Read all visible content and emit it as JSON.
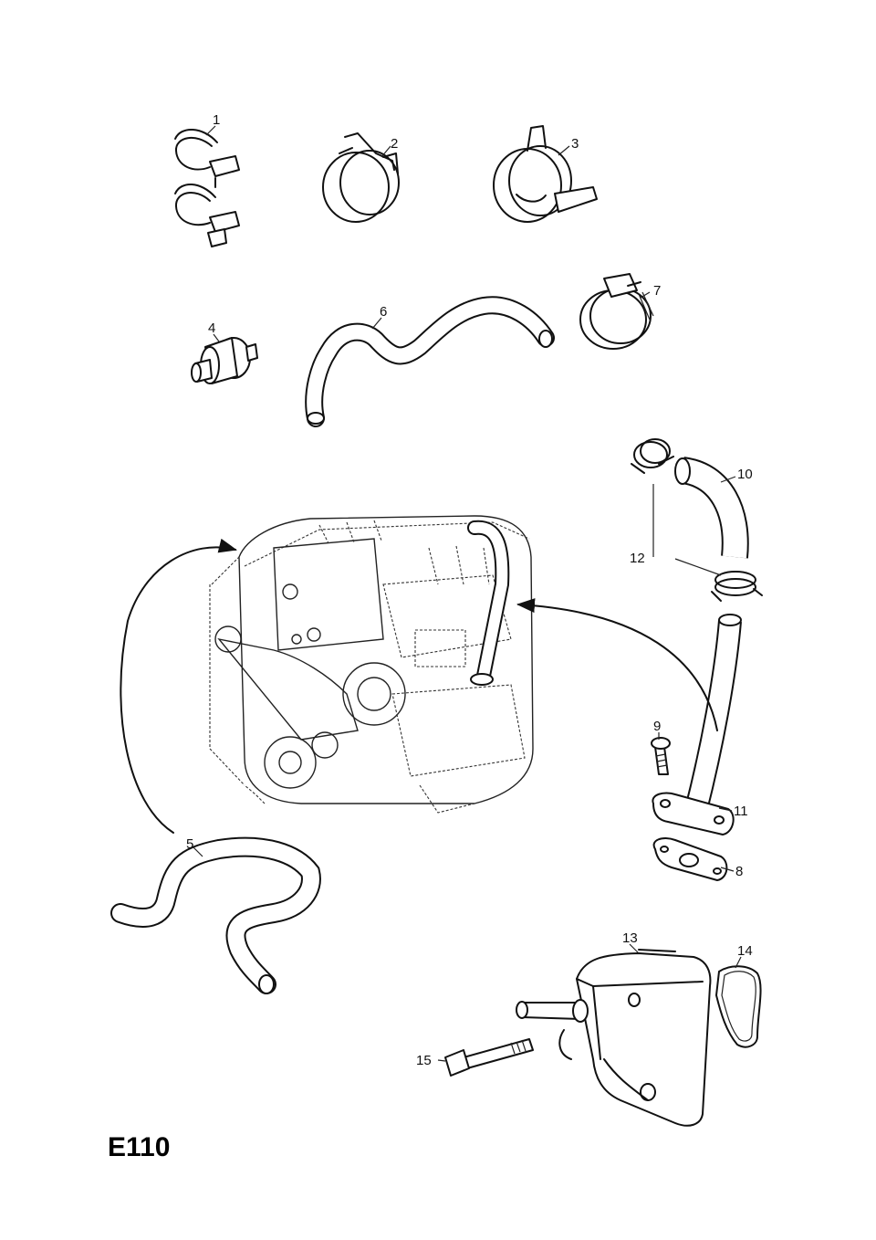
{
  "diagram": {
    "page_code": "E110",
    "callouts": {
      "c1": "1",
      "c2": "2",
      "c3": "3",
      "c4": "4",
      "c5": "5",
      "c6": "6",
      "c7": "7",
      "c8": "8",
      "c9": "9",
      "c10": "10",
      "c11": "11",
      "c12": "12",
      "c13": "13",
      "c14": "14",
      "c15": "15"
    }
  }
}
